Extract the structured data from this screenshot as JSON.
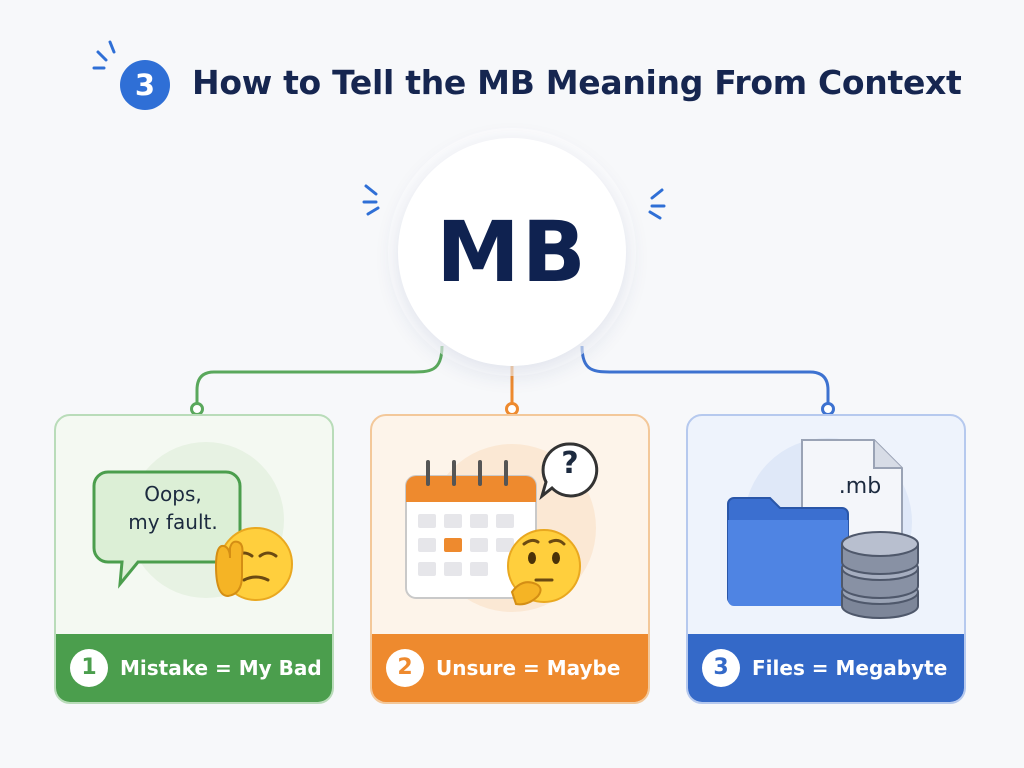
{
  "title": {
    "number": "3",
    "text": "How to Tell the MB Meaning From Context"
  },
  "hub": {
    "text": "MB"
  },
  "colors": {
    "green": "#4b9e4d",
    "orange": "#ee8a2e",
    "blue": "#3469c8",
    "navy": "#162650"
  },
  "cards": [
    {
      "number": "1",
      "label": "Mistake = My Bad",
      "bubble_lines": [
        "Oops,",
        "my fault."
      ],
      "icons": [
        "speech-bubble-icon",
        "facepalm-emoji-icon"
      ]
    },
    {
      "number": "2",
      "label": "Unsure = Maybe",
      "bubble_symbol": "?",
      "icons": [
        "calendar-icon",
        "question-bubble-icon",
        "thinking-emoji-icon"
      ]
    },
    {
      "number": "3",
      "label": "Files = Megabyte",
      "file_extension": ".mb",
      "icons": [
        "document-icon",
        "folder-icon",
        "database-icon"
      ]
    }
  ]
}
